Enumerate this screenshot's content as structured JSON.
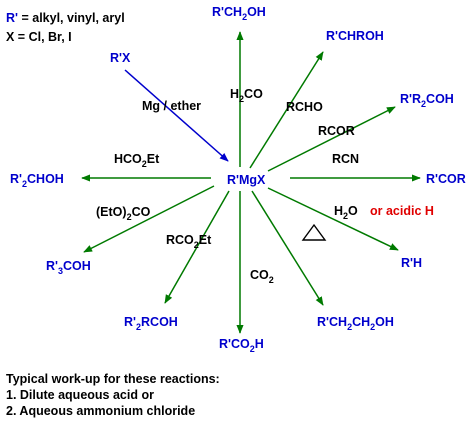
{
  "legend": {
    "r_prefix": "R'",
    "r_text": " = alkyl, vinyl, aryl",
    "x_line": "X = Cl, Br, I"
  },
  "start": {
    "rx": "R'X",
    "condition": "Mg / ether"
  },
  "center": {
    "label": "R'MgX"
  },
  "products": {
    "top": {
      "a": "R'CH",
      "b": "2",
      "c": "OH"
    },
    "upper_right": {
      "a": "R'CHROH"
    },
    "right_upper": {
      "a": "R'R",
      "b": "2",
      "c": "COH"
    },
    "right": {
      "a": "R'COR"
    },
    "lower_right_h": {
      "a": "R'H"
    },
    "lower_right": {
      "a": "R'CH",
      "b": "2",
      "c": "CH",
      "d": "2",
      "e": "OH"
    },
    "bottom": {
      "a": "R'CO",
      "b": "2",
      "c": "H"
    },
    "lower_left": {
      "a": "R'",
      "b": "2",
      "c": "RCOH"
    },
    "left_lower": {
      "a": "R'",
      "b": "3",
      "c": "COH"
    },
    "left": {
      "a": "R'",
      "b": "2",
      "c": "CHOH"
    }
  },
  "reagents": {
    "h2co": {
      "a": "H",
      "b": "2",
      "c": "CO"
    },
    "rcho": "RCHO",
    "rcor": "RCOR",
    "rcn": "RCN",
    "h2o": {
      "a": "H",
      "b": "2",
      "c": "O"
    },
    "acidic": "or acidic H",
    "co2": {
      "a": "CO",
      "b": "2"
    },
    "rco2et": {
      "a": "RCO",
      "b": "2",
      "c": "Et"
    },
    "eto2co": {
      "a": "(EtO)",
      "b": "2",
      "c": "CO"
    },
    "hco2et": {
      "a": "HCO",
      "b": "2",
      "c": "Et"
    }
  },
  "footer": {
    "line1": "Typical work-up for these reactions:",
    "line2": "1. Dilute aqueous acid or",
    "line3": "2. Aqueous ammonium chloride"
  },
  "colors": {
    "arrow": "#007a00",
    "start_arrow": "#0000cc",
    "product": "#0000cc",
    "reagent": "#000000",
    "highlight": "#e00000"
  }
}
